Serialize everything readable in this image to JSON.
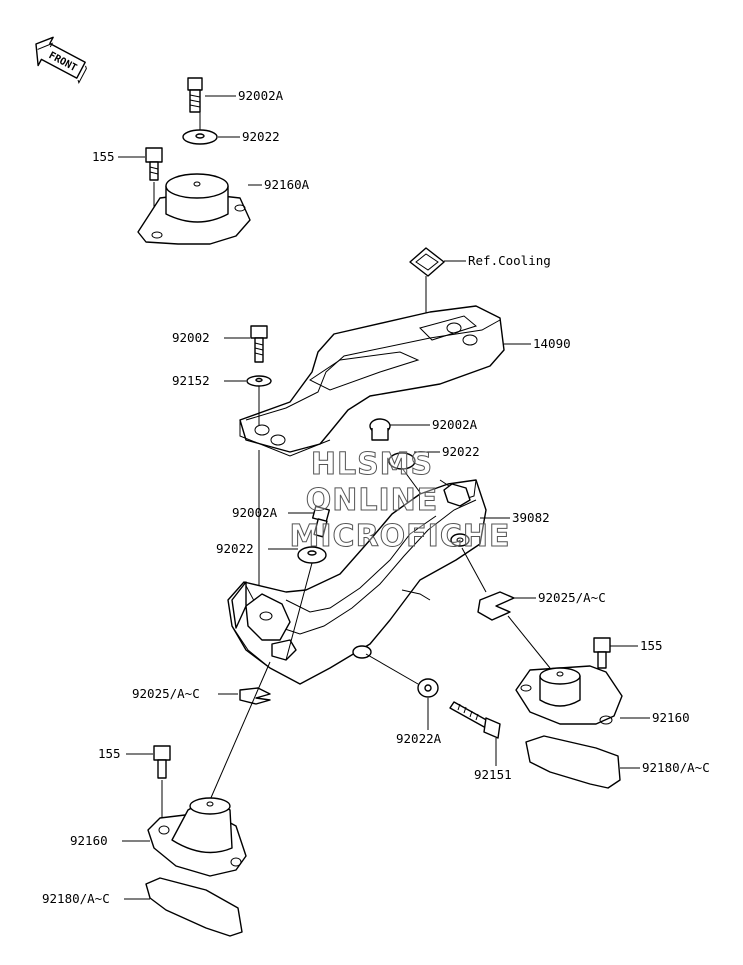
{
  "front_arrow": {
    "text": "FRONT",
    "icon": "front-arrow-icon"
  },
  "watermark": {
    "line1": "HLSMS",
    "line2": "ONLINE",
    "line3": "MICROFICHE"
  },
  "labels": {
    "p1": "92002A",
    "p2": "92022",
    "p3": "155",
    "p4": "92160A",
    "p5": "Ref.Cooling",
    "p6": "92002",
    "p7": "14090",
    "p8": "92152",
    "p9": "92002A",
    "p10": "92022",
    "p11": "92002A",
    "p12": "39082",
    "p13": "92022",
    "p14": "92025/A~C",
    "p15": "155",
    "p16": "92025/A~C",
    "p17": "92160",
    "p18": "92022A",
    "p19": "92151",
    "p20": "92180/A~C",
    "p21": "155",
    "p22": "92160",
    "p23": "92180/A~C"
  }
}
